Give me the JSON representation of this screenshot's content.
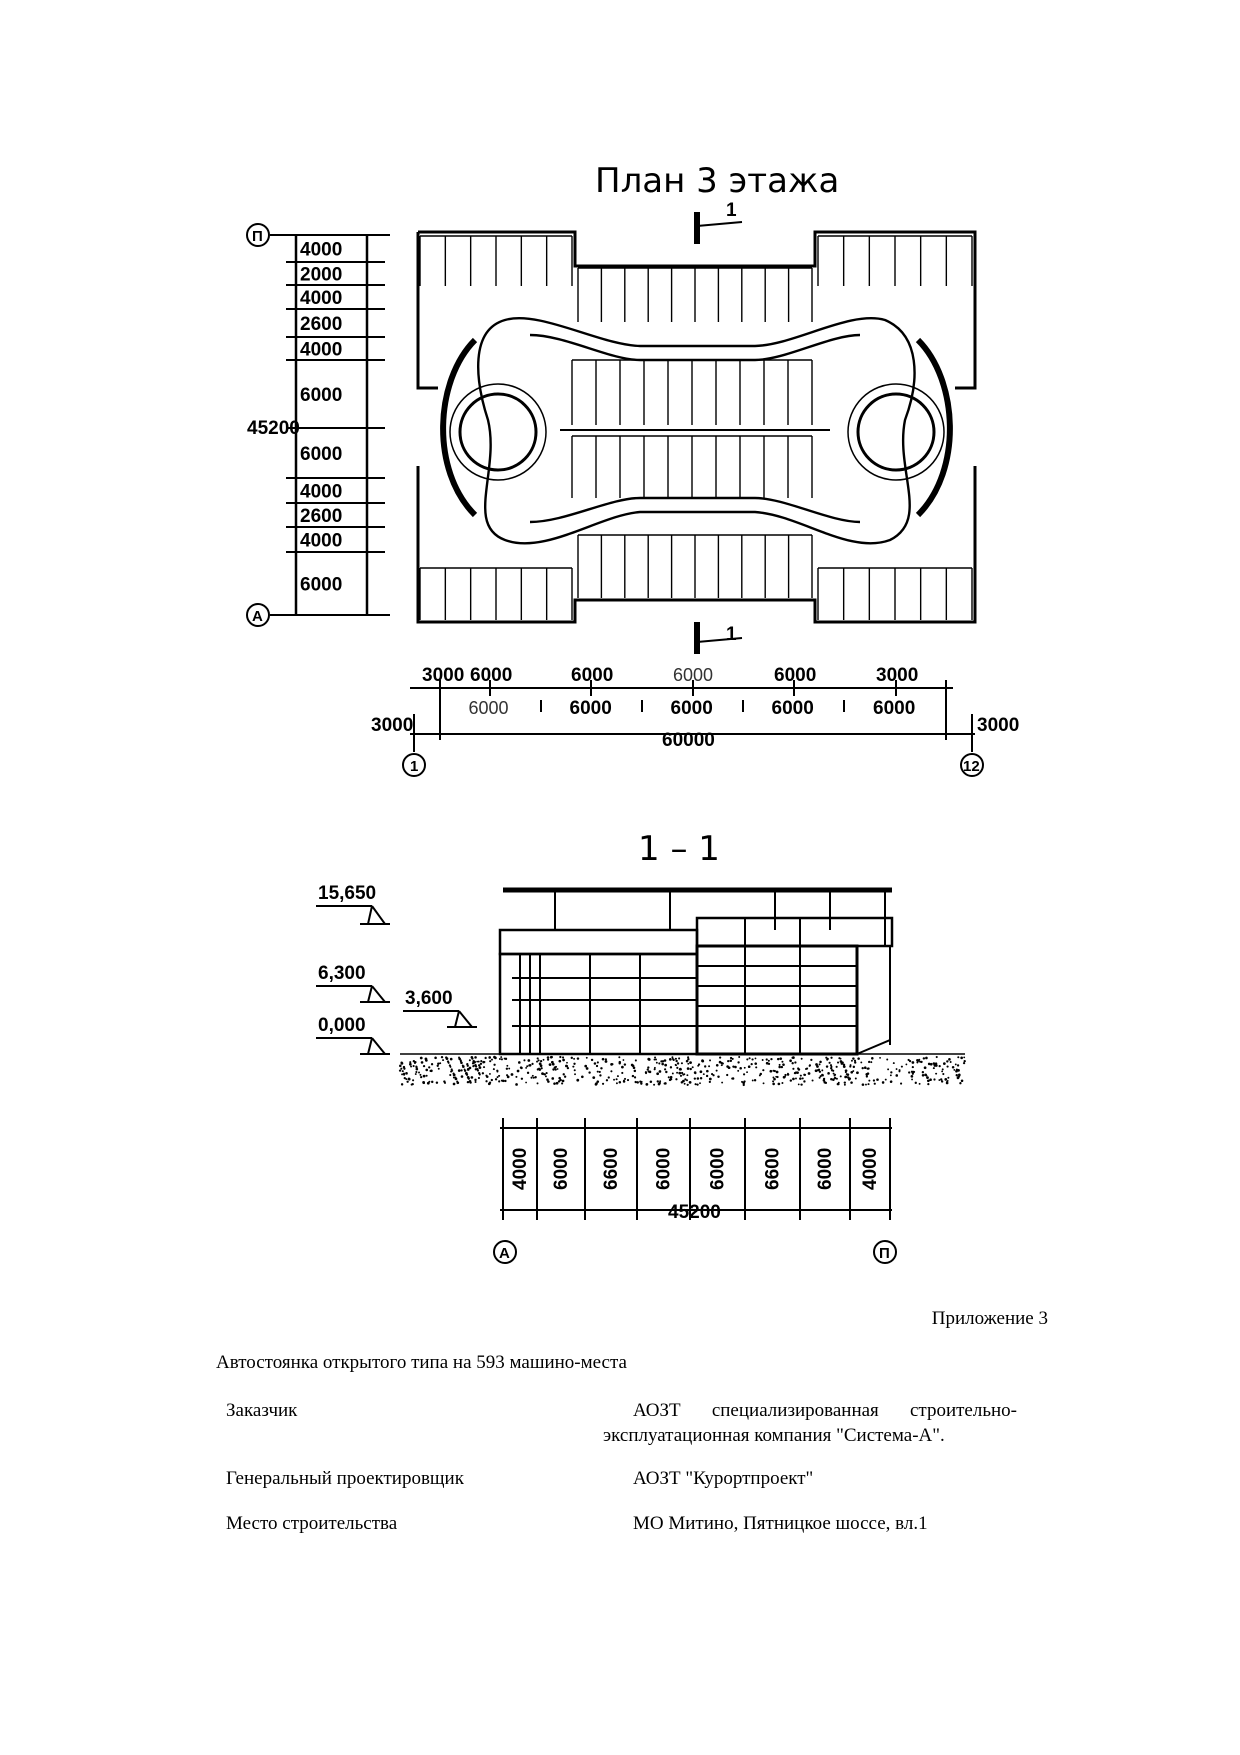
{
  "plan": {
    "title": "План 3 этажа",
    "section_mark": "1",
    "axis_labels": {
      "left_top": "П",
      "left_bottom": "А",
      "bottom_left": "1",
      "bottom_right": "12"
    },
    "left_dims": [
      "4000",
      "2000",
      "4000",
      "2600",
      "4000",
      "6000",
      "6000",
      "4000",
      "2600",
      "4000",
      "6000"
    ],
    "left_total": "45200",
    "bottom_row1": [
      "3000",
      "6000",
      "6000",
      "6000",
      "6000",
      "3000"
    ],
    "bottom_row2": [
      "6000",
      "6000",
      "6000",
      "6000",
      "6000"
    ],
    "bottom_total": "60000",
    "bottom_side_left": "3000",
    "bottom_side_right": "3000"
  },
  "section": {
    "title": "1 – 1",
    "levels": [
      "15,650",
      "6,300",
      "3,600",
      "0,000"
    ],
    "dims": [
      "4000",
      "6000",
      "6600",
      "6000",
      "6000",
      "6600",
      "6000",
      "4000"
    ],
    "total": "45200",
    "axis_left": "А",
    "axis_right": "П"
  },
  "document": {
    "appendix": "Приложение 3",
    "heading": "Автостоянка открытого типа на 593 машино-места",
    "rows": [
      {
        "label": "Заказчик",
        "value_line1": "АОЗТ специализированная строительно-",
        "value_line2": "эксплуатационная компания \"Система-А\"."
      },
      {
        "label": "Генеральный проектировщик",
        "value": "АОЗТ \"Курортпроект\""
      },
      {
        "label": "Место строительства",
        "value": "МО Митино, Пятницкое шоссе, вл.1"
      }
    ]
  }
}
